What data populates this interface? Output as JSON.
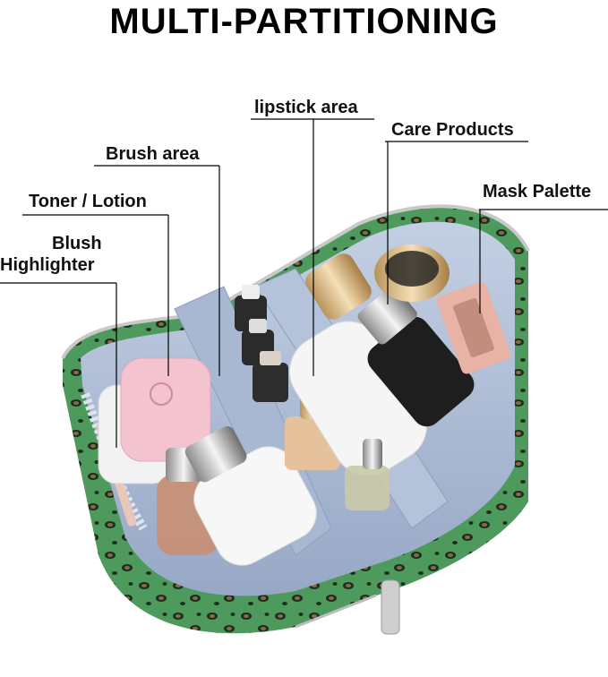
{
  "title": "MULTI-PARTITIONING",
  "labels": {
    "lipstick": "lipstick area",
    "care": "Care Products",
    "brush": "Brush area",
    "mask": "Mask Palette",
    "toner": "Toner / Lotion",
    "blush": "Blush",
    "highlighter": "Highlighter"
  },
  "colors": {
    "bag_green": "#3f8a4f",
    "lining": "#aab9d3",
    "toner_pink": "#f3c4cf",
    "mask_pink": "#e8b2a5"
  }
}
